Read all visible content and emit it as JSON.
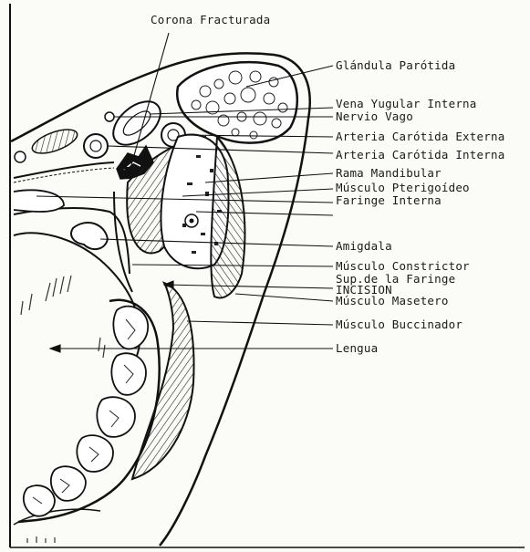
{
  "figure": {
    "top_label": "Corona Fracturada",
    "labels": [
      "Glándula Parótida",
      "Vena Yugular Interna",
      "Nervio Vago",
      "Arteria Carótida Externa",
      "Arteria Carótida Interna",
      "Rama Mandibular",
      "Músculo Pterigoídeo",
      "Faringe Interna",
      "Amigdala",
      "Músculo Constrictor",
      "Sup.de la Faringe",
      "INCISION",
      "Músculo Masetero",
      "Músculo Buccinador",
      "Lengua"
    ]
  }
}
